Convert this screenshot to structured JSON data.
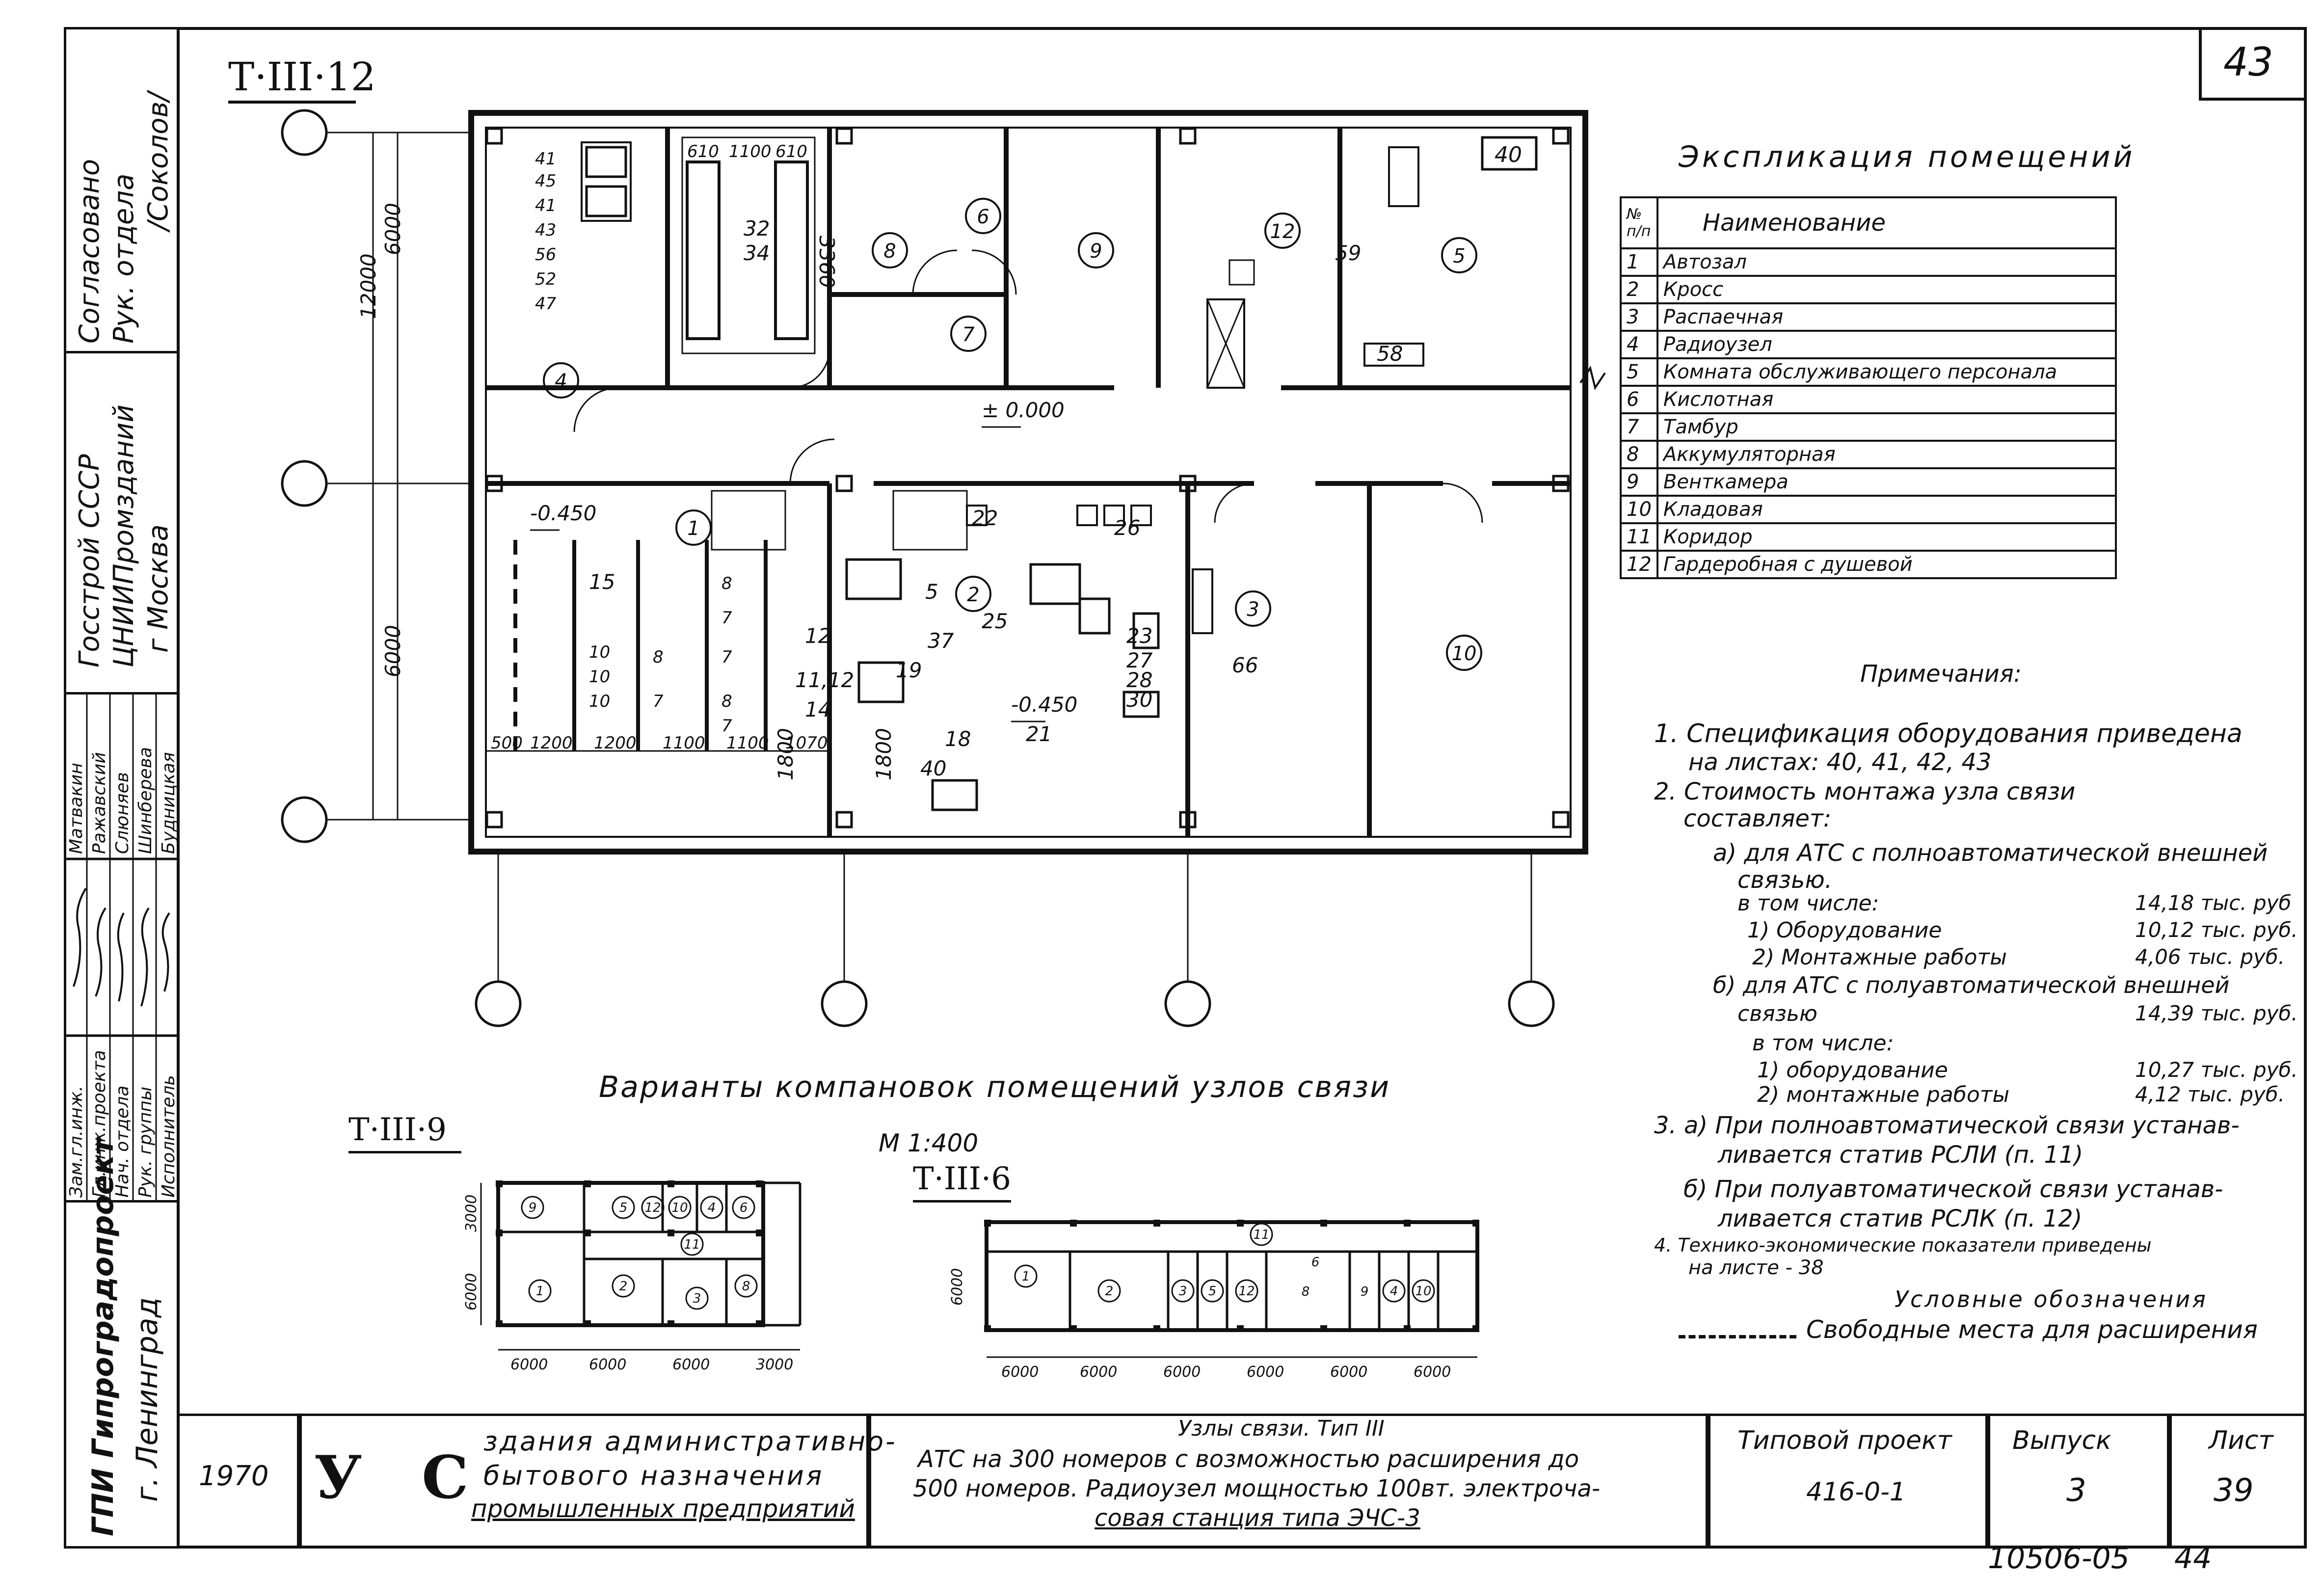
{
  "sheet_corner": "43",
  "plan_title": "Т·III·12",
  "variants_title": "Варианты компановок помещений узлов связи",
  "scale": "М 1:400",
  "variant_a_title": "Т·III·9",
  "variant_b_title": "Т·III·6",
  "sidebar": {
    "approved_1": "Согласовано",
    "approved_2": "Рук. отдела",
    "approved_3": "/Соколов/",
    "org_1": "Госстрой СССР",
    "org_2": "ЦНИИПромзданий",
    "org_3": "г Москва",
    "roles": [
      "Зам.гл.инж.",
      "Гл.инж.проекта",
      "Нач. отдела",
      "Рук. группы",
      "Исполнитель"
    ],
    "names": [
      "Матвакин",
      "Ражавский",
      "Слюняев",
      "Шинберева",
      "Будницкая"
    ],
    "bottom_1": "ГПИ Гипроградопроект",
    "bottom_2": "г. Ленинград"
  },
  "explication": {
    "title": "Экспликация помещений",
    "col_no": "№ п/п",
    "col_name": "Наименование",
    "rows": [
      {
        "no": "1",
        "name": "Автозал"
      },
      {
        "no": "2",
        "name": "Кросс"
      },
      {
        "no": "3",
        "name": "Распаечная"
      },
      {
        "no": "4",
        "name": "Радиоузел"
      },
      {
        "no": "5",
        "name": "Комната обслуживающего персонала"
      },
      {
        "no": "6",
        "name": "Кислотная"
      },
      {
        "no": "7",
        "name": "Тамбур"
      },
      {
        "no": "8",
        "name": "Аккумуляторная"
      },
      {
        "no": "9",
        "name": "Венткамера"
      },
      {
        "no": "10",
        "name": "Кладовая"
      },
      {
        "no": "11",
        "name": "Коридор"
      },
      {
        "no": "12",
        "name": "Гардеробная с душевой"
      }
    ]
  },
  "notes": {
    "title": "Примечания:",
    "n1a": "1. Спецификация оборудования приведена",
    "n1b": "на листах: 40, 41, 42, 43",
    "n2a": "2. Стоимость монтажа узла связи",
    "n2b": "составляет:",
    "n2c": "а) для АТС с полноавтоматической внешней",
    "n2d": "связью.",
    "n2e": "в том числе:",
    "n2e_v": "14,18 тыс. руб",
    "n2f": "1) Оборудование",
    "n2f_v": "10,12 тыс. руб.",
    "n2g": "2) Монтажные работы",
    "n2g_v": "4,06 тыс. руб.",
    "n2h": "б) для АТС с полуавтоматической внешней",
    "n2i": "связью",
    "n2i_v": "14,39 тыс. руб.",
    "n2j": "в том числе:",
    "n2k": "1) оборудование",
    "n2k_v": "10,27 тыс. руб.",
    "n2l": "2) монтажные работы",
    "n2l_v": "4,12 тыс. руб.",
    "n3a": "3. а) При полноавтоматической связи устанав-",
    "n3b": "ливается статив РСЛИ (п. 11)",
    "n3c": "б) При полуавтоматической связи устанав-",
    "n3d": "ливается статив РСЛК (п. 12)",
    "n4a": "4. Технико-экономические показатели приведены",
    "n4b": "на листе - 38",
    "legend_title": "Условные обозначения",
    "legend_item": "Свободные места для расширения"
  },
  "title_block": {
    "year": "1970",
    "logo": "У С",
    "desc_1": "здания административно-",
    "desc_2": "бытового назначения",
    "desc_3": "промышленных предприятий",
    "subject_1": "Узлы связи. Тип III",
    "subject_2": "АТС на 300 номеров с возможностью расширения до",
    "subject_3": "500 номеров. Радиоузел мощностью 100вт. электроча-",
    "subject_4": "совая станция типа ЭЧС-3",
    "project_label": "Типовой проект",
    "project_value": "416-0-1",
    "issue_label": "Выпуск",
    "issue_value": "3",
    "sheet_label": "Лист",
    "sheet_value": "39"
  },
  "footer_code": "10506-05",
  "footer_page": "44",
  "plan_labels": {
    "dim_total": "12000",
    "dim_half_top": "6000",
    "dim_half_bot": "6000",
    "level_zero": "± 0.000",
    "level_minus_a": "-0.450",
    "level_minus_b": "-0.450",
    "dim_3360": "3360",
    "dim_1800a": "1800",
    "dim_1800b": "1800",
    "room_40": "40",
    "item_58": "58",
    "item_59": "59",
    "item_32": "32",
    "item_34": "34",
    "item_66": "66",
    "item_37": "37",
    "item_25": "25",
    "item_21": "21",
    "item_18": "18",
    "item_19": "19",
    "item_40b": "40",
    "item_22": "22",
    "item_26": "26",
    "item_23": "23",
    "item_27": "27",
    "item_28": "28",
    "item_30": "30",
    "item_5": "5",
    "item_12": "12",
    "item_1112": "11,12",
    "item_14": "14",
    "item_15": "15",
    "dims_left": [
      "41",
      "45",
      "41",
      "43",
      "56",
      "52",
      "47"
    ],
    "stat_nums": [
      "10",
      "10",
      "10",
      "8",
      "7",
      "8",
      "7",
      "7",
      "8",
      "7"
    ],
    "bottom_dims": [
      "500",
      "1200",
      "1200",
      "1100",
      "1100",
      "1070"
    ],
    "top_dims": [
      "610",
      "1100",
      "610"
    ]
  },
  "variant_dims_a": [
    "6000",
    "6000",
    "6000",
    "3000"
  ],
  "variant_dims_a_side": [
    "3000",
    "6000"
  ],
  "variant_dims_b": [
    "6000",
    "6000",
    "6000",
    "6000",
    "6000",
    "6000"
  ],
  "variant_dims_b_side": "6000"
}
